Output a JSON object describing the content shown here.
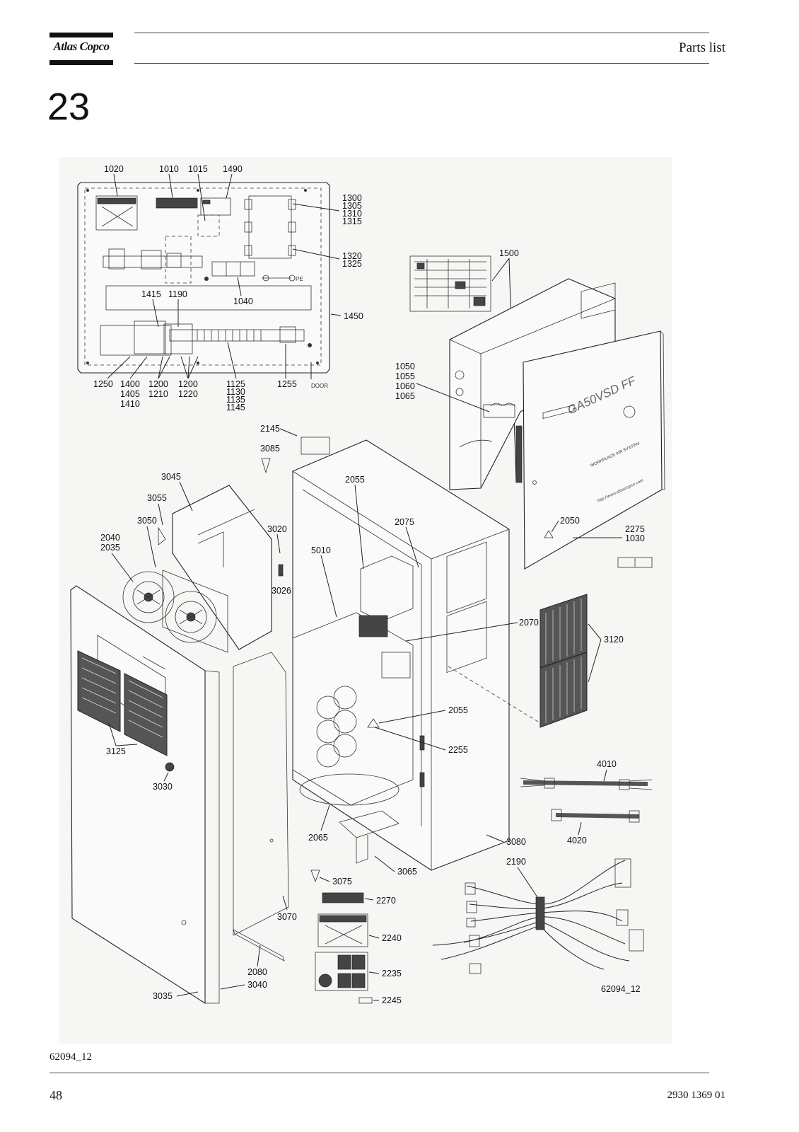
{
  "header": {
    "logo_text": "Atlas Copco",
    "title": "Parts list"
  },
  "section_number": "23",
  "figure": {
    "drawing_code": "62094_12",
    "caption_code": "62094_12",
    "front_text": "GA50VSD FF",
    "panel_text": "WORKPLACE AIR SYSTEM",
    "url_text": "http://www.atlascopco.com",
    "door_text": "DOOR",
    "pe_text": "PE",
    "callouts": {
      "c1020": "1020",
      "c1010": "1010",
      "c1015": "1015",
      "c1490": "1490",
      "c1300": "1300",
      "c1305": "1305",
      "c1310": "1310",
      "c1315": "1315",
      "c1320": "1320",
      "c1325": "1325",
      "c1040": "1040",
      "c1415": "1415",
      "c1190": "1190",
      "c1450": "1450",
      "c1250": "1250",
      "c1400": "1400",
      "c1405": "1405",
      "c1410": "1410",
      "c1200a": "1200",
      "c1210": "1210",
      "c1200b": "1200",
      "c1220": "1220",
      "c1125": "1125",
      "c1130": "1130",
      "c1135": "1135",
      "c1145": "1145",
      "c1255": "1255",
      "c1500": "1500",
      "c1050": "1050",
      "c1055": "1055",
      "c1060": "1060",
      "c1065": "1065",
      "c2145": "2145",
      "c3085": "3085",
      "c3045": "3045",
      "c3055": "3055",
      "c3050": "3050",
      "c2040": "2040",
      "c2035": "2035",
      "c3020": "3020",
      "c2055a": "2055",
      "c2075": "2075",
      "c5010": "5010",
      "c3026": "3026",
      "c2050": "2050",
      "c2275": "2275",
      "c1030": "1030",
      "c2070": "2070",
      "c3120": "3120",
      "c2055b": "2055",
      "c2255": "2255",
      "c3125": "3125",
      "c3030": "3030",
      "c4010": "4010",
      "c4020": "4020",
      "c2065": "2065",
      "c3080": "3080",
      "c3065": "3065",
      "c2190": "2190",
      "c3075": "3075",
      "c2270": "2270",
      "c3070": "3070",
      "c2240": "2240",
      "c2235": "2235",
      "c2080": "2080",
      "c3040": "3040",
      "c3035": "3035",
      "c2245": "2245"
    }
  },
  "footer": {
    "page_number": "48",
    "doc_number": "2930 1369 01"
  }
}
